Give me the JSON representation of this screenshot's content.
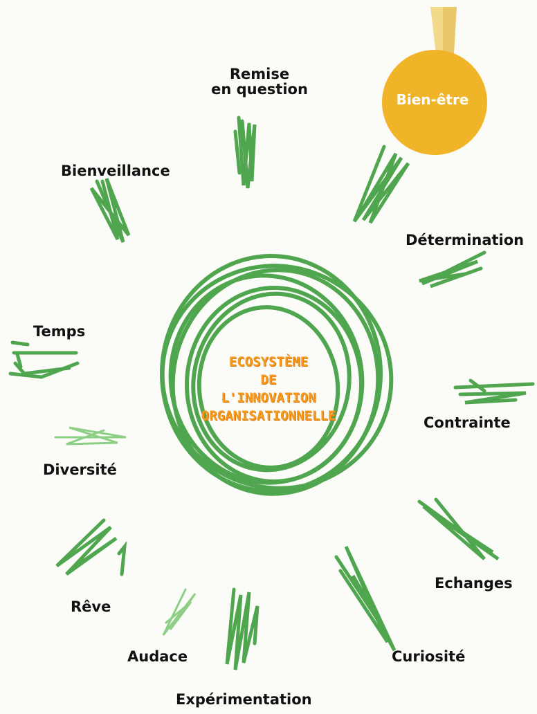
{
  "center": {
    "lines": [
      "ECOSYSTÈME",
      "DE",
      "L'INNOVATION",
      "ORGANISATIONNELLE"
    ]
  },
  "medal": {
    "label": "Bien-être"
  },
  "labels": {
    "remise_line1": "Remise",
    "remise_line2": "en question",
    "bienveillance": "Bienveillance",
    "determination": "Détermination",
    "temps": "Temps",
    "contrainte": "Contrainte",
    "diversite": "Diversité",
    "echanges": "Echanges",
    "reve": "Rêve",
    "curiosite": "Curiosité",
    "audace": "Audace",
    "experimentation": "Expérimentation"
  },
  "colors": {
    "scribble_green": "#4fa64f",
    "light_green": "#8ccf85",
    "center_orange": "#f39a1e",
    "medal_gold": "#f0b429",
    "ribbon": "#f3d98a"
  }
}
